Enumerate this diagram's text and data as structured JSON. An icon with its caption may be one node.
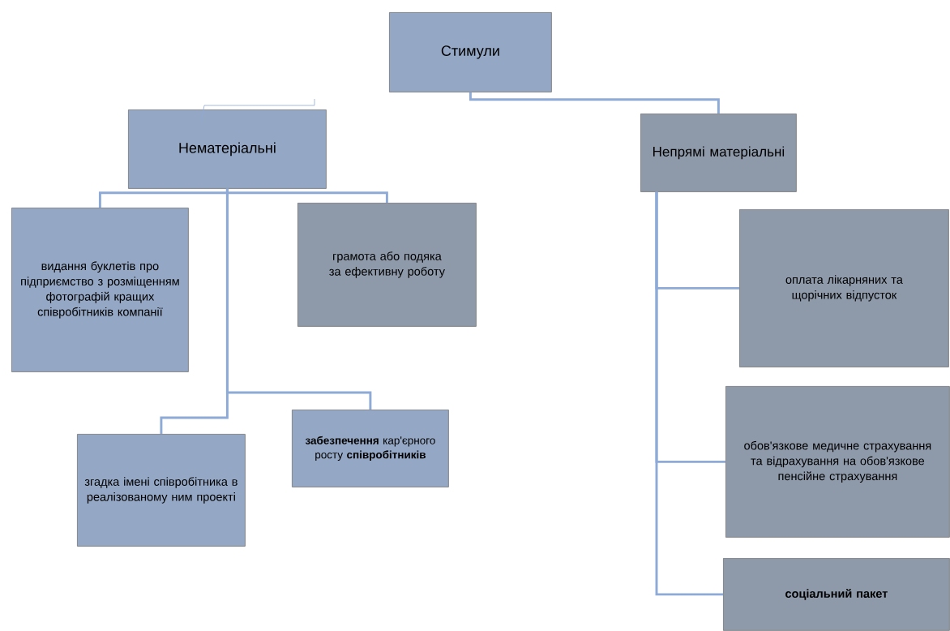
{
  "diagram": {
    "nodes": [
      {
        "text": [
          "Стимули"
        ]
      },
      {
        "text": [
          "Нематеріальні"
        ]
      },
      {
        "text": [
          "Непрямі матеріальні"
        ]
      },
      {
        "text": [
          "видання буклетів про підприємство з розміщенням фотографій кращих співробітників компанії"
        ]
      },
      {
        "text": [
          "грамота або подяка за ефективну роботу"
        ]
      },
      {
        "text": [
          "згадка імені співробітника в реалізованому ним проекті"
        ]
      },
      {
        "text": [
          "**забезпечення** кар'єрного росту **співробітників**"
        ]
      },
      {
        "text": [
          "оплата лікарняних та щорічних відпусток"
        ]
      },
      {
        "text": [
          "обов'язкове медичне страхування та відрахування на обов'язкове пенсійне страхування"
        ]
      },
      {
        "text": [
          "соціальний пакет"
        ]
      }
    ],
    "edges": [
      {
        "from": 0,
        "to": 2,
        "arrow": "none"
      },
      {
        "from": 1,
        "to": 3,
        "arrow": "none"
      },
      {
        "from": 1,
        "to": 4,
        "arrow": "none"
      },
      {
        "from": 1,
        "to": 5,
        "arrow": "none"
      },
      {
        "from": 1,
        "to": 6,
        "arrow": "none"
      },
      {
        "from": 2,
        "to": 7,
        "arrow": "none"
      },
      {
        "from": 2,
        "to": 8,
        "arrow": "none"
      },
      {
        "from": 2,
        "to": 9,
        "arrow": "none"
      }
    ]
  }
}
